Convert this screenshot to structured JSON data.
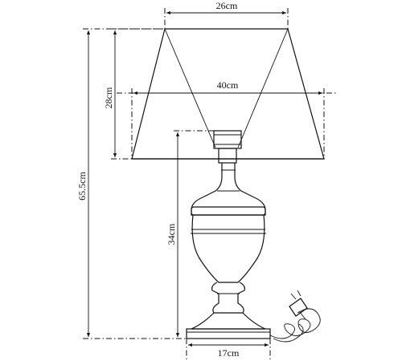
{
  "dimensions": {
    "top_width": "26cm",
    "shade_width": "40cm",
    "shade_height": "28cm",
    "total_height": "65.5cm",
    "base_height": "34cm",
    "base_width": "17cm"
  }
}
